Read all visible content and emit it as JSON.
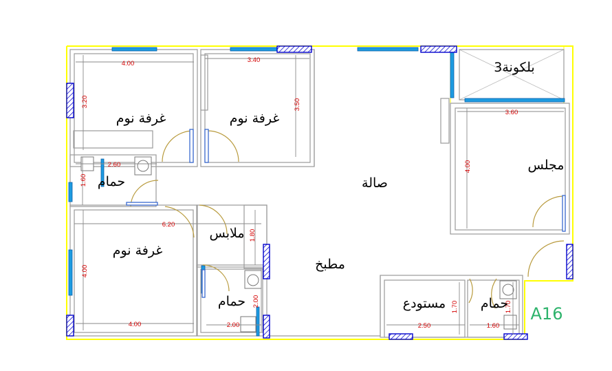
{
  "plan": {
    "id_label": "A16",
    "rooms": {
      "bedroom_1": "غرفة نوم",
      "bedroom_2": "غرفة نوم",
      "bedroom_3": "غرفة نوم",
      "bath_1": "حمام",
      "bath_2": "حمام",
      "bath_3": "حمام",
      "living": "صالة",
      "majlis": "مجلس",
      "balcony": "بلكونة3",
      "closet": "ملابس",
      "kitchen": "مطبخ",
      "storage": "مستودع"
    },
    "dimensions": {
      "bedroom_1_width": "4.00",
      "bedroom_1_depth": "3.20",
      "bedroom_2_width": "3.40",
      "bedroom_2_depth": "3.50",
      "bath_1_width": "2.60",
      "bath_1_depth": "1.60",
      "bedroom_3_width_top": "6.20",
      "bedroom_3_depth": "4.00",
      "bedroom_3_width_bottom": "4.00",
      "closet_depth": "1.80",
      "bath_2_depth": "2.00",
      "bath_2_width": "2.00",
      "majlis_width": "3.60",
      "majlis_depth": "4.00",
      "storage_width": "2.50",
      "storage_depth": "1.70",
      "bath_3_width": "1.60",
      "bath_3_depth": "1.70"
    },
    "colors": {
      "outline": "#ffff00",
      "dimension_text": "#d40000",
      "window": "#1d9be0",
      "window_hatch": "#0000cc",
      "plan_id": "#2db36b"
    }
  }
}
